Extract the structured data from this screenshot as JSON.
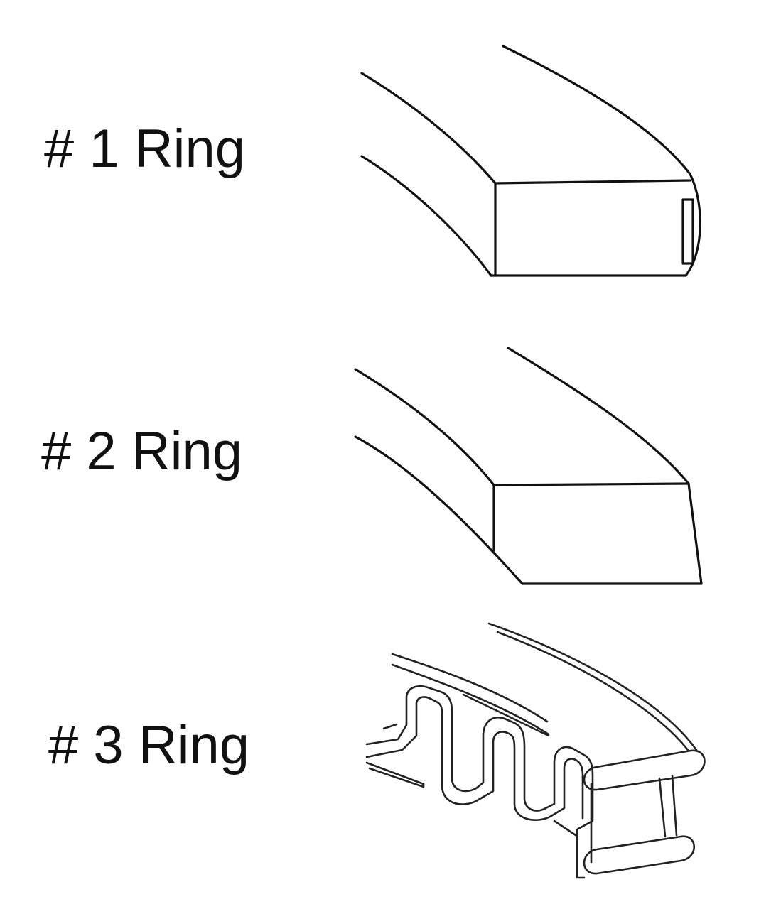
{
  "rings": [
    {
      "label": "# 1 Ring",
      "icon": "compression-ring-barrel-face-icon"
    },
    {
      "label": "# 2 Ring",
      "icon": "compression-ring-taper-face-icon"
    },
    {
      "label": "# 3 Ring",
      "icon": "oil-control-ring-expander-icon"
    }
  ],
  "colors": {
    "background": "#ffffff",
    "line": "#111111"
  }
}
